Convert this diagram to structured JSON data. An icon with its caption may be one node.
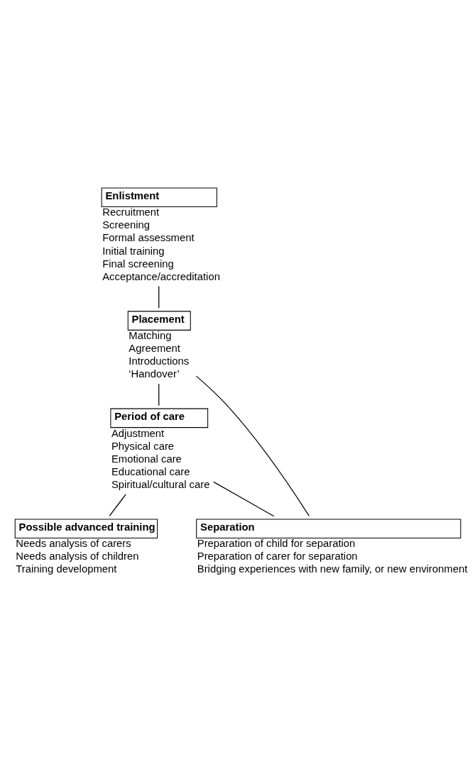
{
  "diagram": {
    "nodes": [
      {
        "text": [
          "Enlistment"
        ],
        "beside": [
          "Recruitment",
          "Screening",
          "Formal assessment",
          "Initial training",
          "Final screening",
          "Acceptance/accreditation"
        ]
      },
      {
        "text": [
          "Placement"
        ],
        "beside": [
          "Matching",
          "Agreement",
          "Introductions",
          "‘Handover’"
        ]
      },
      {
        "text": [
          "Period of care"
        ],
        "beside": [
          "Adjustment",
          "Physical care",
          "Emotional care",
          "Educational care",
          "Spiritual/cultural care"
        ]
      },
      {
        "text": [
          "Possible advanced training"
        ],
        "beside": [
          "Needs analysis of carers",
          "Needs analysis of children",
          "Training development"
        ]
      },
      {
        "text": [
          "Separation"
        ],
        "beside": [
          "Preparation of child for separation",
          "Preparation of carer for separation",
          "Bridging experiences with new family, or new environment"
        ]
      }
    ],
    "edges": [
      {
        "from": 0,
        "to": 1,
        "arrow": "none"
      },
      {
        "from": 1,
        "to": 2,
        "arrow": "none"
      },
      {
        "from": 2,
        "to": 3,
        "arrow": "none"
      },
      {
        "from": 2,
        "to": 4,
        "arrow": "none"
      },
      {
        "from": 4,
        "to": 1,
        "arrow": "none"
      }
    ]
  }
}
